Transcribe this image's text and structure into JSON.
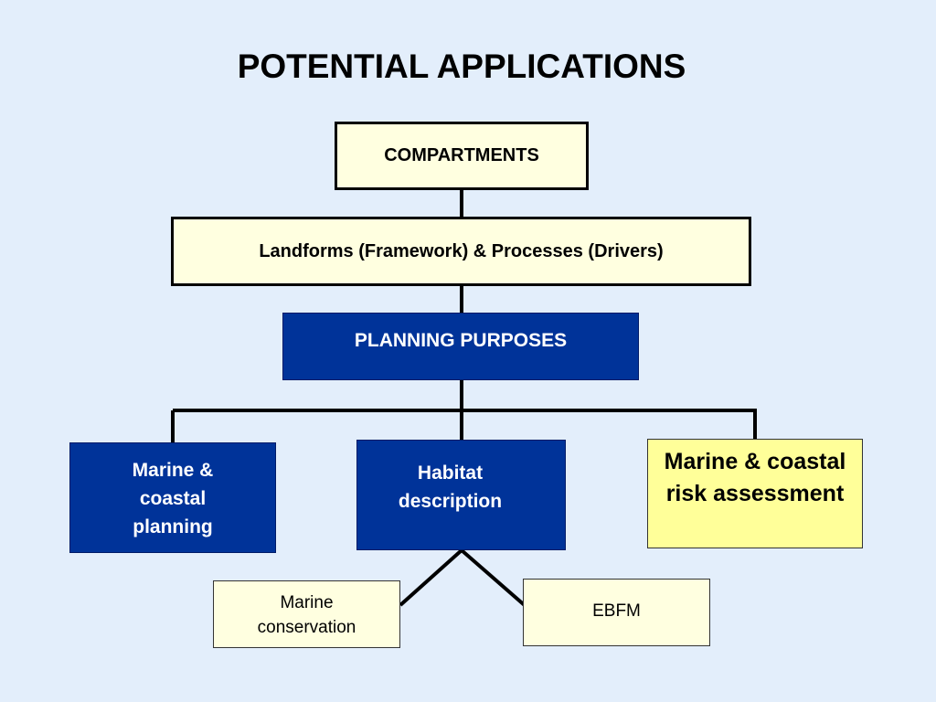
{
  "title": "POTENTIAL APPLICATIONS",
  "nodes": {
    "compartments": "COMPARTMENTS",
    "landforms": "Landforms (Framework) &  Processes (Drivers)",
    "planning_purposes": "PLANNING PURPOSES",
    "marine_coastal_planning": "Marine &\ncoastal\nplanning",
    "habitat_description": "Habitat\ndescription",
    "marine_coastal_risk": "Marine & coastal risk assessment",
    "marine_conservation": "Marine\nconservation",
    "ebfm": "EBFM"
  },
  "colors": {
    "background": "#e3eefb",
    "blue_box": "#003399",
    "pale_box": "#ffffe0",
    "highlight_box": "#ffff99",
    "line": "#000000"
  }
}
